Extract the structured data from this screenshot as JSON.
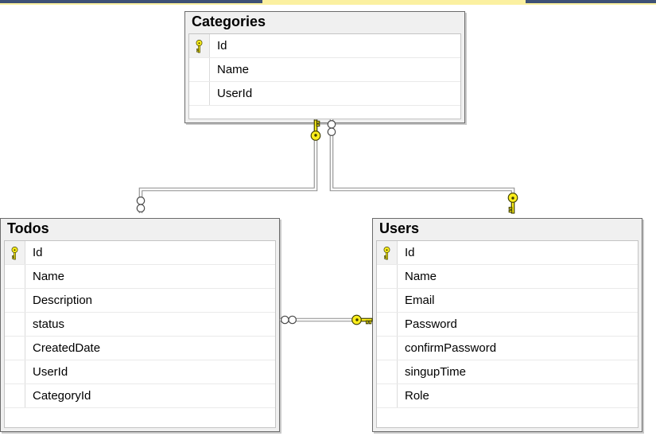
{
  "window": {
    "top_strip": {
      "yellow_color": "#FBF0A0",
      "navy_color": "#3E5175"
    }
  },
  "diagram": {
    "tables": [
      {
        "title": "Categories",
        "columns": [
          {
            "name": "Id",
            "pk": true
          },
          {
            "name": "Name",
            "pk": false
          },
          {
            "name": "UserId",
            "pk": false
          }
        ]
      },
      {
        "title": "Todos",
        "columns": [
          {
            "name": "Id",
            "pk": true
          },
          {
            "name": "Name",
            "pk": false
          },
          {
            "name": "Description",
            "pk": false
          },
          {
            "name": "status",
            "pk": false
          },
          {
            "name": "CreatedDate",
            "pk": false
          },
          {
            "name": "UserId",
            "pk": false
          },
          {
            "name": "CategoryId",
            "pk": false
          }
        ]
      },
      {
        "title": "Users",
        "columns": [
          {
            "name": "Id",
            "pk": true
          },
          {
            "name": "Name",
            "pk": false
          },
          {
            "name": "Email",
            "pk": false
          },
          {
            "name": "Password",
            "pk": false
          },
          {
            "name": "confirmPassword",
            "pk": false
          },
          {
            "name": "singupTime",
            "pk": false
          },
          {
            "name": "Role",
            "pk": false
          }
        ]
      }
    ],
    "relationships": [
      {
        "one_side": "Categories",
        "many_side": "Todos",
        "one_icon": "key-icon",
        "many_icon": "infinity-icon"
      },
      {
        "one_side": "Users",
        "many_side": "Categories",
        "one_icon": "key-icon",
        "many_icon": "infinity-icon"
      },
      {
        "one_side": "Users",
        "many_side": "Todos",
        "one_icon": "key-icon",
        "many_icon": "infinity-icon"
      }
    ],
    "icons": {
      "primary_key": "key-icon",
      "many_end": "infinity-icon"
    },
    "colors": {
      "table_header_bg": "#F0F0F0",
      "table_border": "#6B6B6B",
      "grid_border": "#C4C4C4",
      "row_divider": "#EAEAEA",
      "key_yellow": "#FCEE1C",
      "connector_gray": "#8F8F8F"
    }
  }
}
